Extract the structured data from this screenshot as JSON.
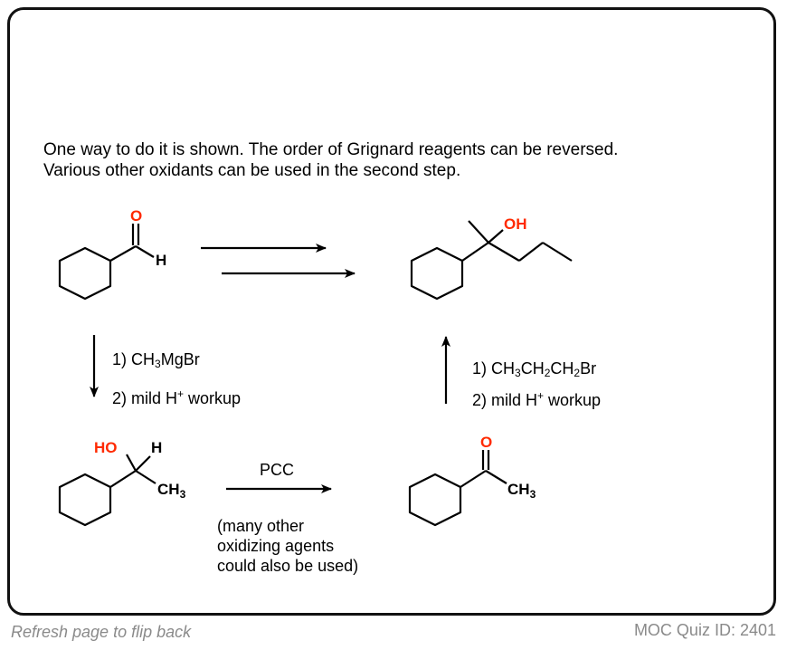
{
  "intro": {
    "line1": "One way to do it is shown. The order of Grignard reagents can be reversed.",
    "line2": "Various other oxidants can be used in the second step."
  },
  "atoms": {
    "oxygen": "O",
    "hydrogen": "H",
    "hydroxyl": "OH",
    "ho": "HO",
    "methyl_c": "CH",
    "methyl_sub": "3"
  },
  "step1": {
    "line1_pre": "1) CH",
    "line1_sub": "3",
    "line1_post": "MgBr",
    "line2_pre": "2) mild H",
    "line2_sup": "+",
    "line2_post": " workup"
  },
  "step2": {
    "label": "PCC",
    "note_line1": "(many other",
    "note_line2": "oxidizing agents",
    "note_line3": "could also be used)"
  },
  "step3": {
    "line1_pre": "1) CH",
    "line1_sub1": "3",
    "line1_mid1": "CH",
    "line1_sub2": "2",
    "line1_mid2": "CH",
    "line1_sub3": "2",
    "line1_post": "Br",
    "line2_pre": "2) mild H",
    "line2_sup": "+",
    "line2_post": " workup"
  },
  "footer": {
    "left": "Refresh page to flip back",
    "right": "MOC Quiz ID: 2401"
  },
  "colors": {
    "heteroatom": "#ff2a00",
    "bond": "#000000",
    "footer_text": "#8a8a8a"
  }
}
